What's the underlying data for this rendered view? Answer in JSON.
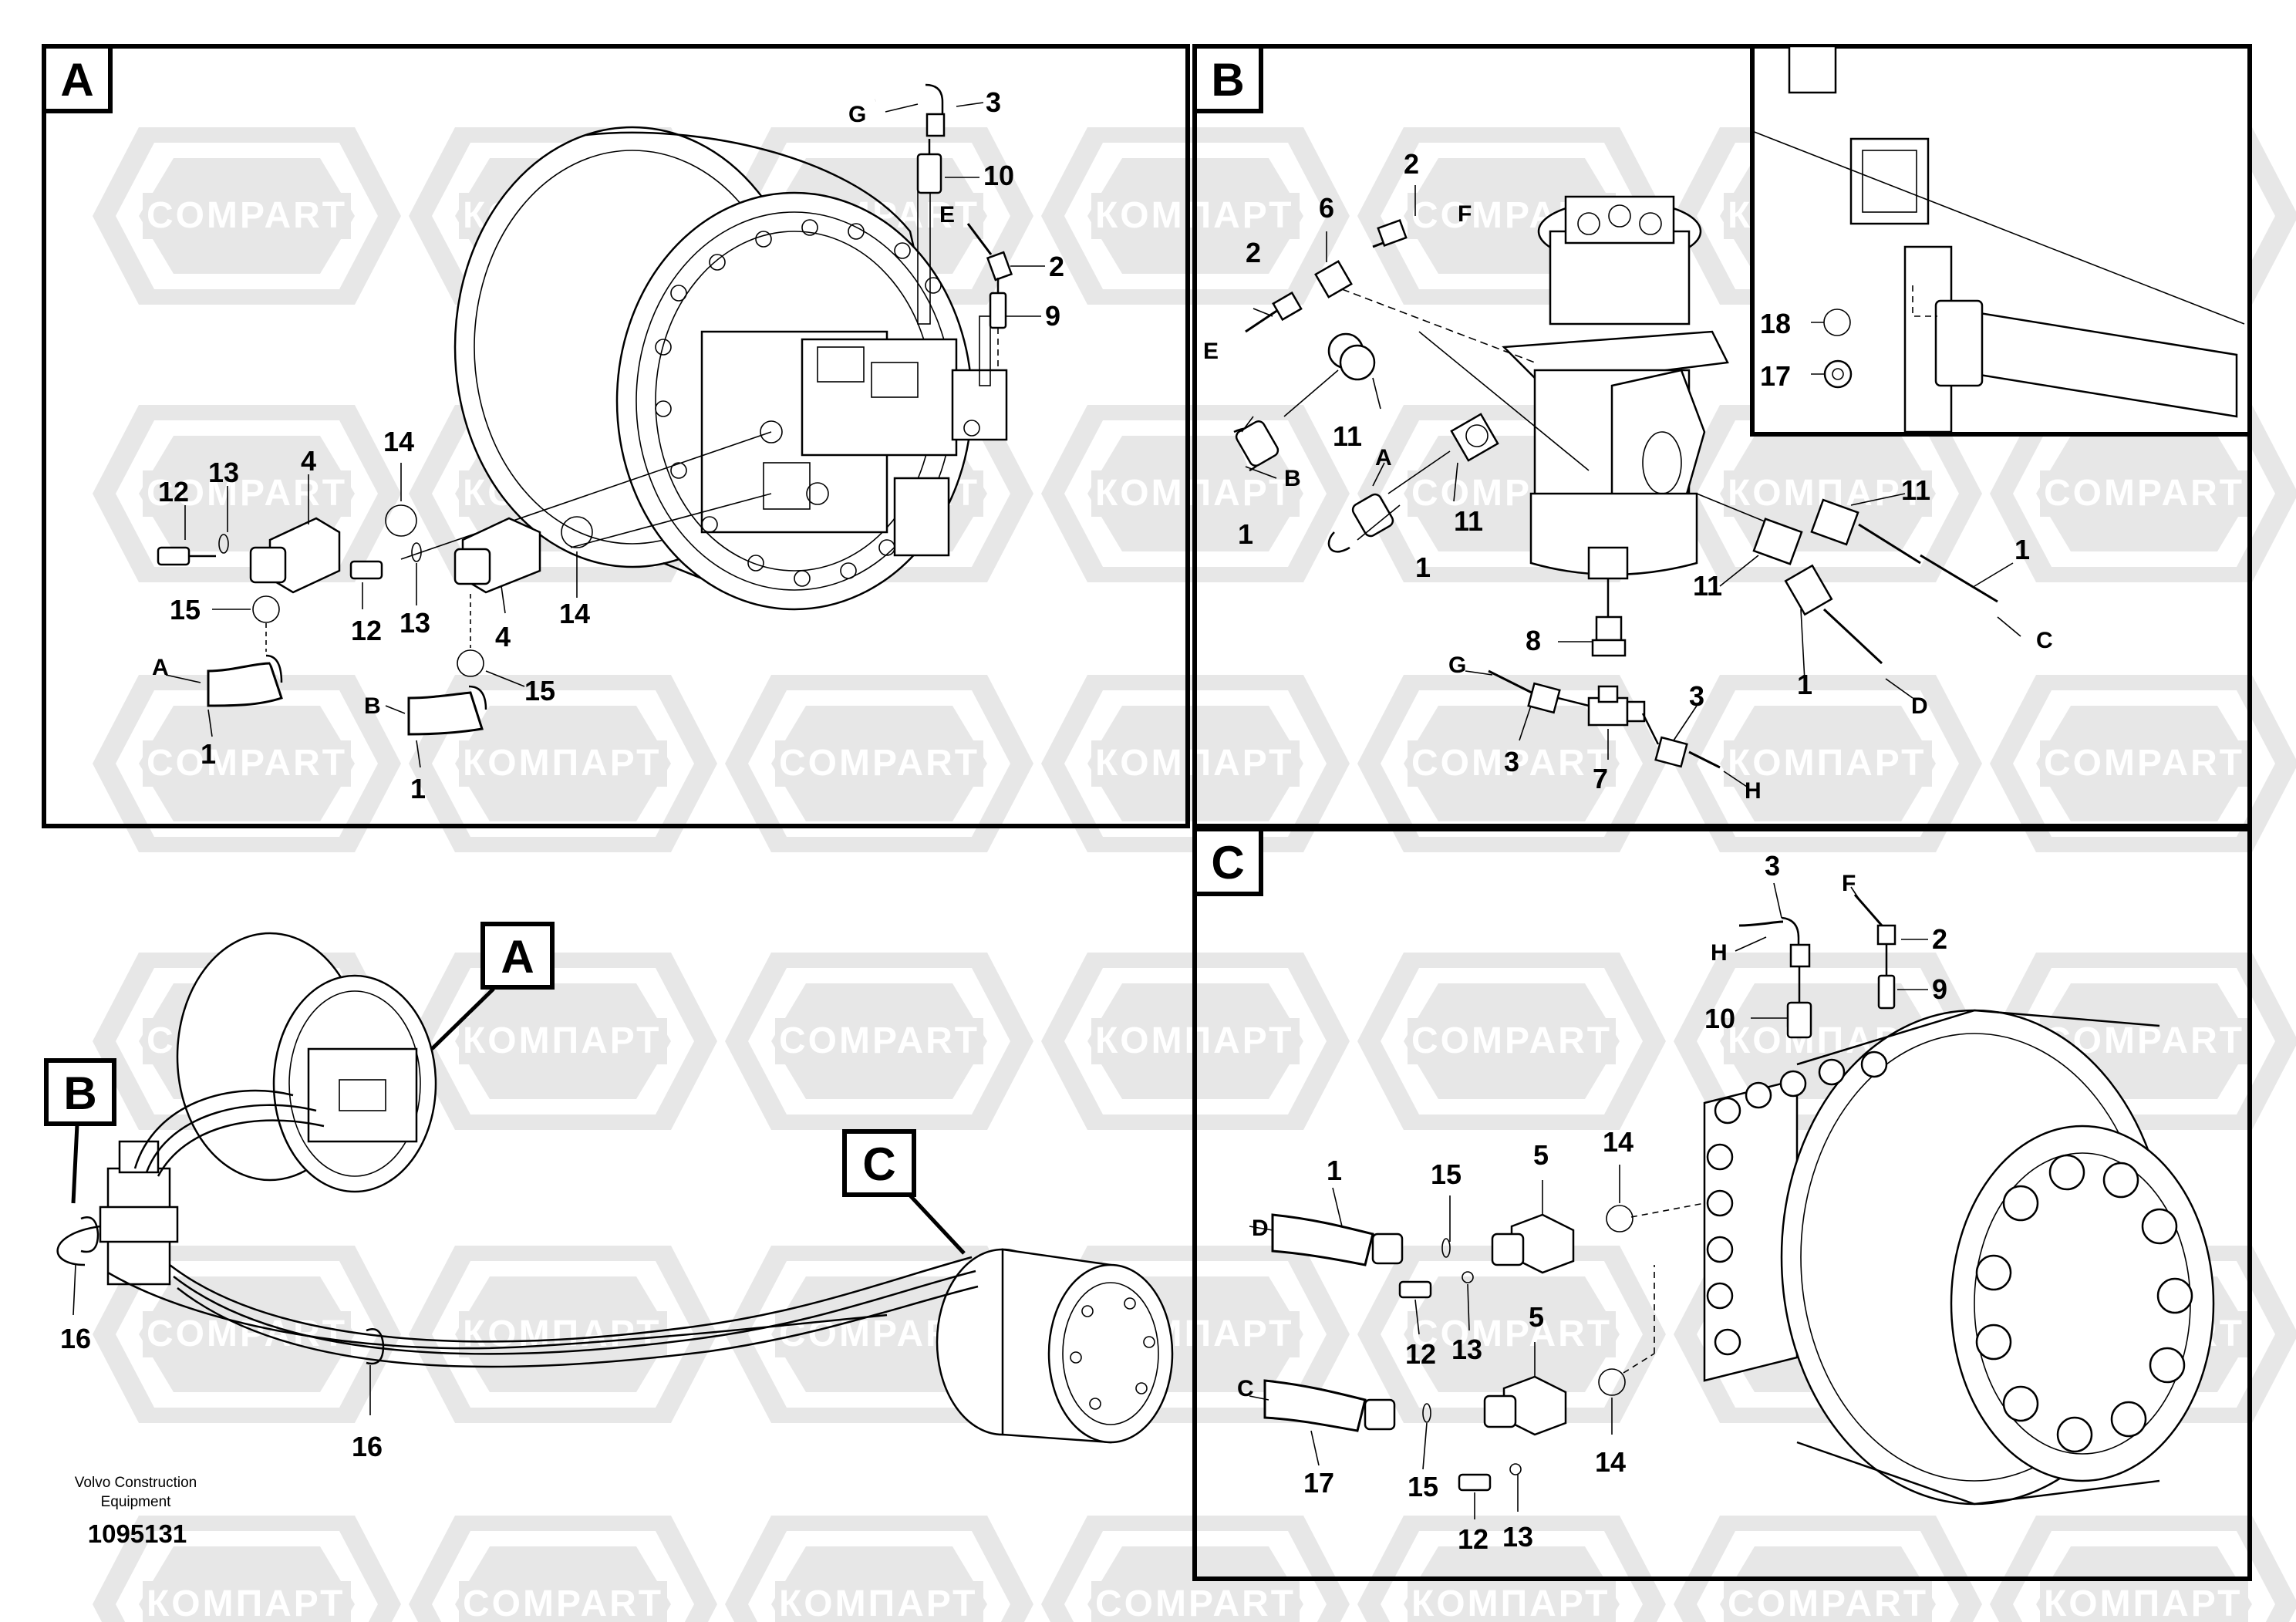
{
  "watermarks": {
    "compart": "COMPART",
    "kompart": "КОМПАРТ"
  },
  "footer": {
    "maker_line1": "Volvo Construction",
    "maker_line2": "Equipment",
    "drawing_number": "1095131"
  },
  "overview": {
    "callouts": {
      "A": "A",
      "B": "B",
      "C": "C"
    },
    "labels": {
      "n16a": "16",
      "n16b": "16"
    }
  },
  "panel_a": {
    "badge": "A",
    "labels": {
      "G": "G",
      "n3": "3",
      "n10": "10",
      "E": "E",
      "n2": "2",
      "n9": "9",
      "n12a": "12",
      "n13a": "13",
      "n4a": "4",
      "n14a": "14",
      "n15a": "15",
      "A": "A",
      "n1a": "1",
      "n12b": "12",
      "n13b": "13",
      "n4b": "4",
      "n14b": "14",
      "n15b": "15",
      "B": "B",
      "n1b": "1"
    }
  },
  "panel_b": {
    "badge": "B",
    "labels": {
      "n2a": "2",
      "F": "F",
      "n6": "6",
      "n2b": "2",
      "E": "E",
      "n11a": "11",
      "Bl": "B",
      "n1a": "1",
      "Al": "A",
      "n11b": "11",
      "n1b": "1",
      "n11c": "11",
      "n11d": "11",
      "n1c": "1",
      "C": "C",
      "n1d": "1",
      "D": "D",
      "n8": "8",
      "G": "G",
      "n3a": "3",
      "n7": "7",
      "n3b": "3",
      "H": "H",
      "n18": "18",
      "n17": "17"
    }
  },
  "panel_c": {
    "badge": "C",
    "labels": {
      "n3": "3",
      "F": "F",
      "H": "H",
      "n2": "2",
      "n10": "10",
      "n9": "9",
      "n1": "1",
      "n15a": "15",
      "n5a": "5",
      "n14a": "14",
      "D": "D",
      "n12a": "12",
      "n13a": "13",
      "n5b": "5",
      "C": "C",
      "n17": "17",
      "n15b": "15",
      "n14b": "14",
      "n12b": "12",
      "n13b": "13"
    }
  }
}
